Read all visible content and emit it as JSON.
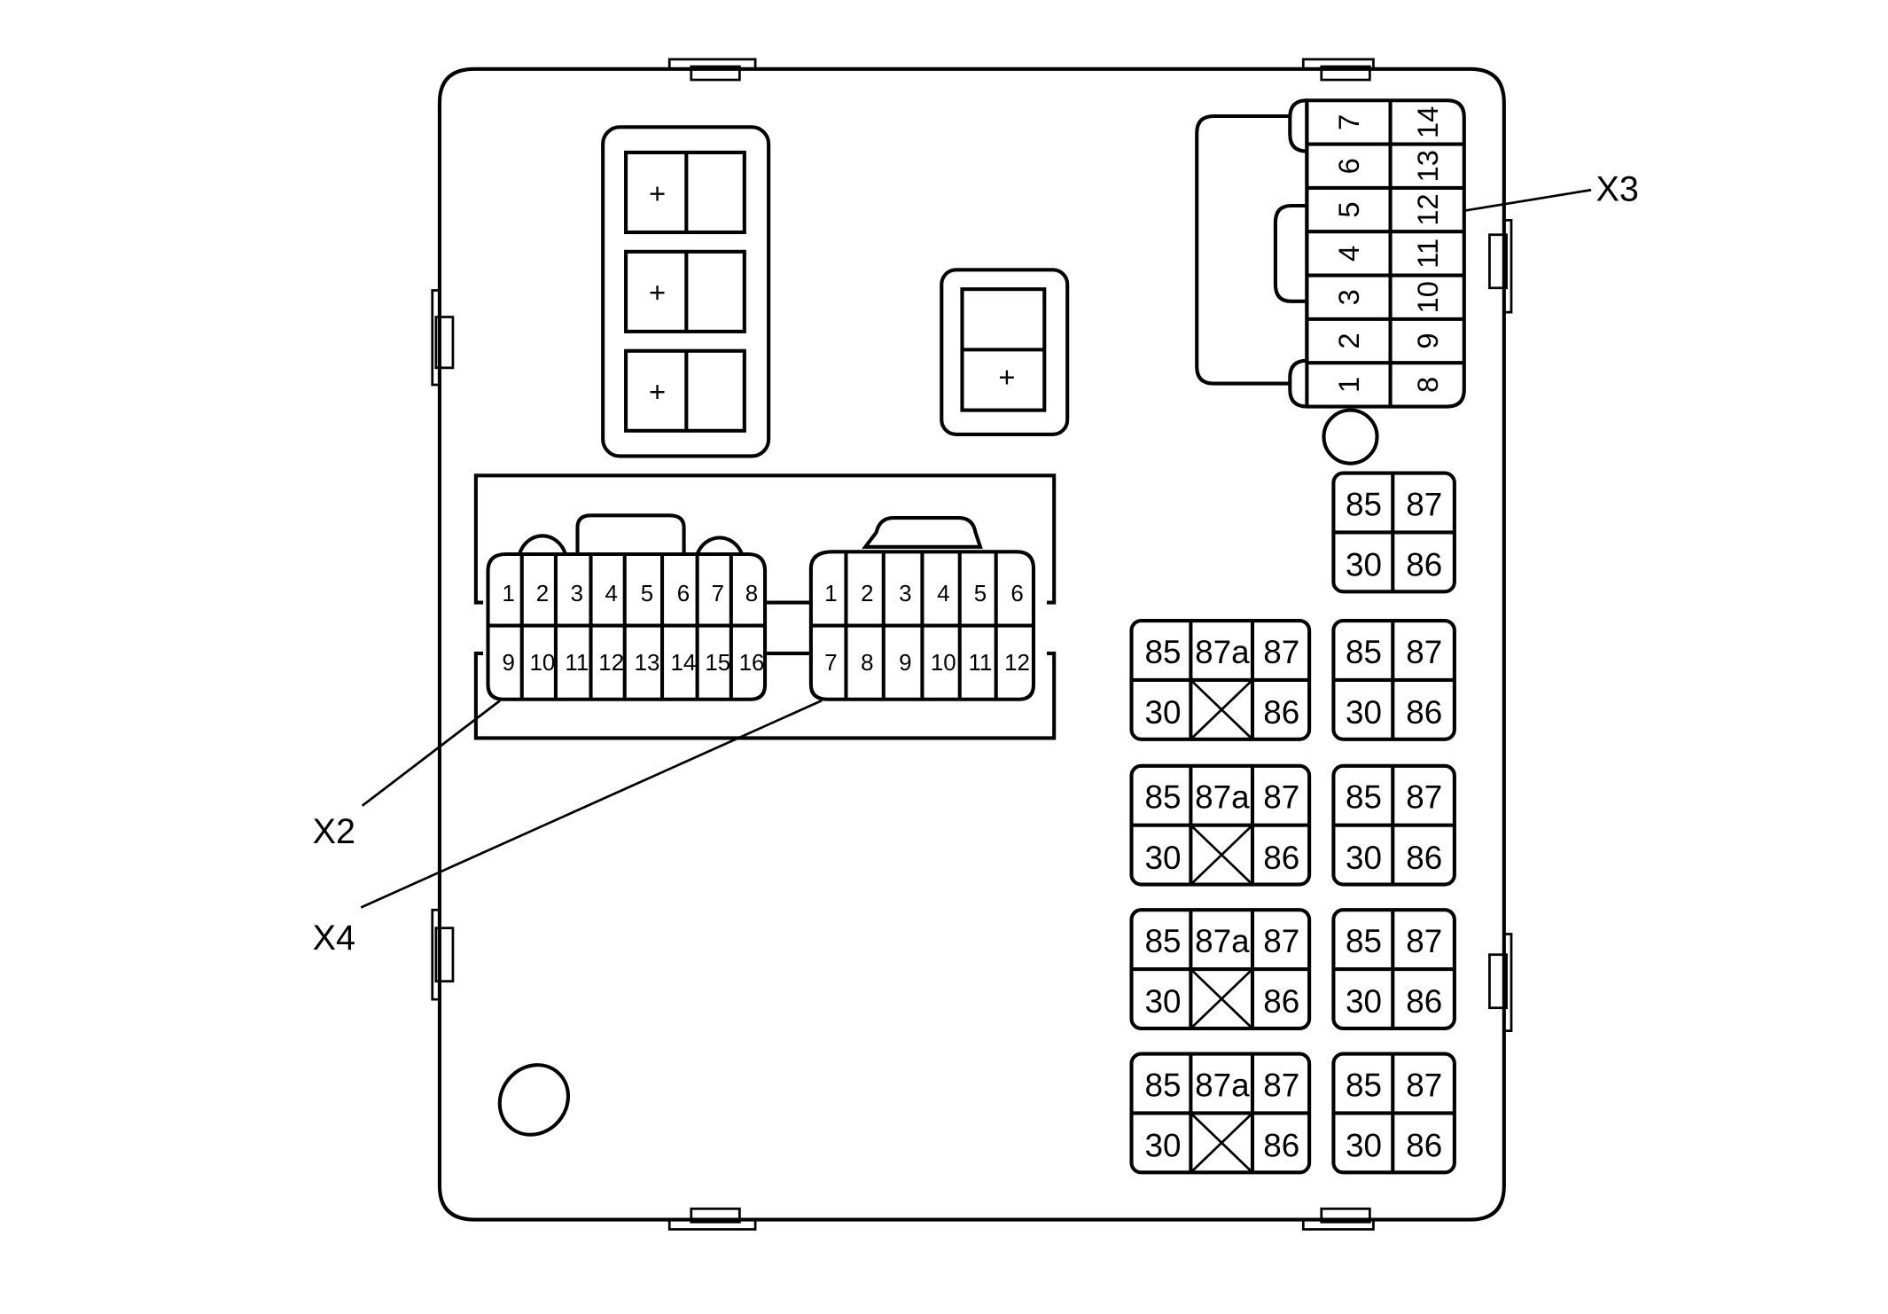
{
  "callouts": {
    "x2": "X2",
    "x3": "X3",
    "x4": "X4"
  },
  "fuse_plus_sign": "+",
  "x2_pins_top": [
    "1",
    "2",
    "3",
    "4",
    "5",
    "6",
    "7",
    "8"
  ],
  "x2_pins_bottom": [
    "9",
    "10",
    "11",
    "12",
    "13",
    "14",
    "15",
    "16"
  ],
  "x4_pins_top": [
    "1",
    "2",
    "3",
    "4",
    "5",
    "6"
  ],
  "x4_pins_bottom": [
    "7",
    "8",
    "9",
    "10",
    "11",
    "12"
  ],
  "x3_pins_left": [
    "7",
    "6",
    "5",
    "4",
    "3",
    "2",
    "1"
  ],
  "x3_pins_right": [
    "14",
    "13",
    "12",
    "11",
    "10",
    "9",
    "8"
  ],
  "relay_4pin_labels": [
    "85",
    "87",
    "30",
    "86"
  ],
  "relay_5pin_labels": [
    "85",
    "87a",
    "87",
    "30",
    "86"
  ],
  "relay_4pin_count": 5,
  "relay_5pin_count": 4
}
